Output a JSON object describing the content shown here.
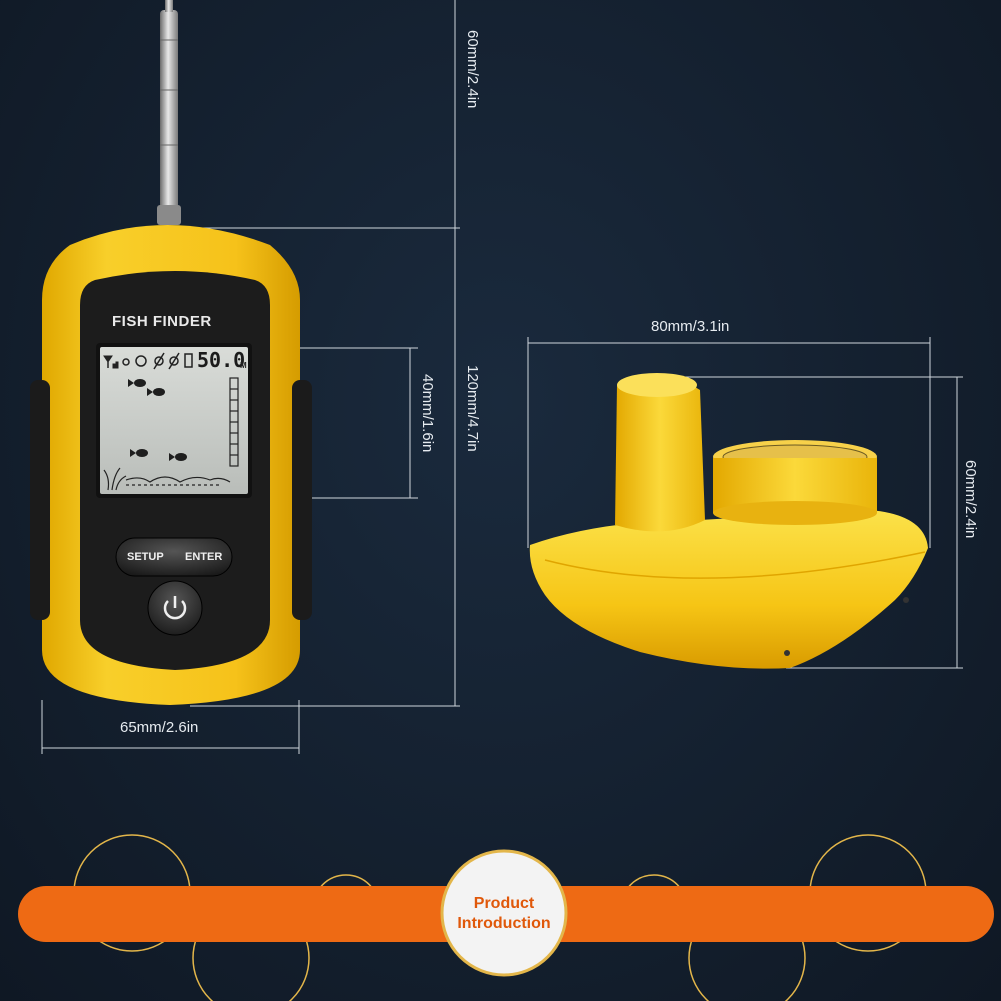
{
  "device": {
    "brand_text": "FISH FINDER",
    "setup_label": "SETUP",
    "enter_label": "ENTER",
    "depth_reading": "50.0",
    "depth_unit": "M",
    "power_icon": "power-icon"
  },
  "dimensions": {
    "antenna_height": "60mm/2.4in",
    "device_height": "120mm/4.7in",
    "screen_height": "40mm/1.6in",
    "device_width": "65mm/2.6in",
    "sensor_width": "80mm/3.1in",
    "sensor_height": "60mm/2.4in"
  },
  "banner": {
    "line1": "Product",
    "line2": "Introduction"
  },
  "colors": {
    "device_yellow": "#f6c21a",
    "banner_orange": "#ee6a14",
    "background": "#14202f",
    "dimension_line": "#cfd6dc"
  }
}
